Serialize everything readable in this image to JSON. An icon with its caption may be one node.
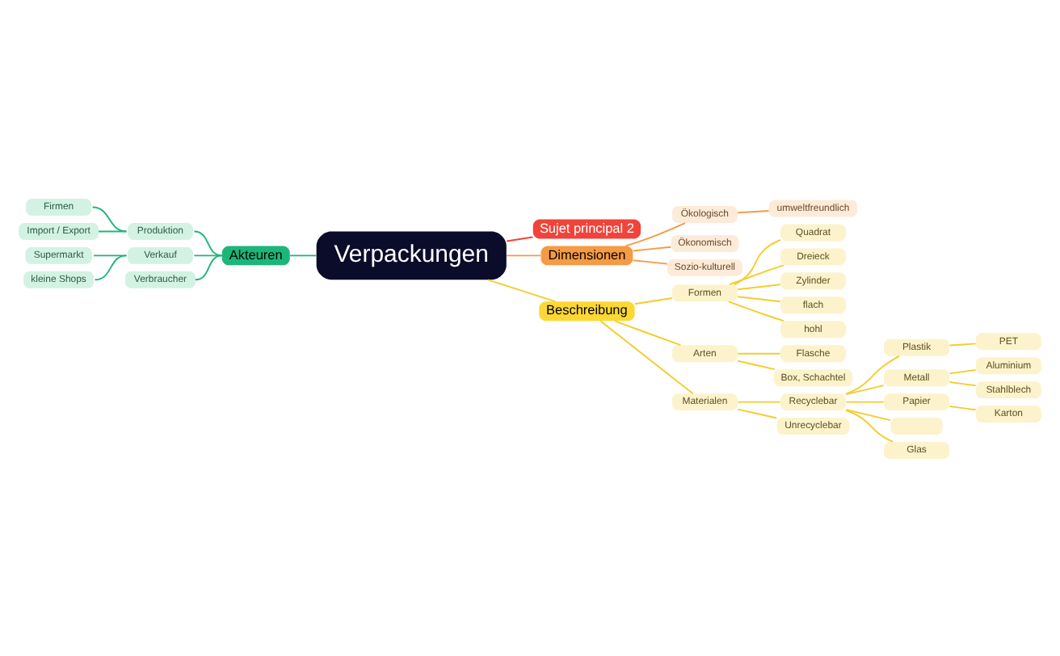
{
  "diagram": {
    "nodes": [
      {
        "text": [
          "Verpackungen"
        ]
      },
      {
        "text": [
          "Sujet principal 2"
        ]
      },
      {
        "text": [
          "Dimensionen"
        ]
      },
      {
        "text": [
          "Ökologisch"
        ]
      },
      {
        "text": [
          "umweltfreundlich"
        ]
      },
      {
        "text": [
          "Ökonomisch"
        ]
      },
      {
        "text": [
          "Sozio-kulturell"
        ]
      },
      {
        "text": [
          "Akteuren"
        ]
      },
      {
        "text": [
          "Produktion"
        ]
      },
      {
        "text": [
          "Firmen"
        ]
      },
      {
        "text": [
          "Import / Export"
        ]
      },
      {
        "text": [
          "Verkauf"
        ]
      },
      {
        "text": [
          "Supermarkt"
        ]
      },
      {
        "text": [
          "kleine Shops"
        ]
      },
      {
        "text": [
          "Verbraucher"
        ]
      },
      {
        "text": [
          "Beschreibung"
        ]
      },
      {
        "text": [
          "Formen"
        ]
      },
      {
        "text": [
          "Quadrat"
        ]
      },
      {
        "text": [
          "Dreieck"
        ]
      },
      {
        "text": [
          "Zylinder"
        ]
      },
      {
        "text": [
          "flach"
        ]
      },
      {
        "text": [
          "hohl"
        ]
      },
      {
        "text": [
          "Arten"
        ]
      },
      {
        "text": [
          "Flasche"
        ]
      },
      {
        "text": [
          "Box, Schachtel"
        ]
      },
      {
        "text": [
          "Materialen"
        ]
      },
      {
        "text": [
          "Recyclebar"
        ]
      },
      {
        "text": [
          "Plastik"
        ]
      },
      {
        "text": [
          "PET"
        ]
      },
      {
        "text": [
          "Metall"
        ]
      },
      {
        "text": [
          "Aluminium"
        ]
      },
      {
        "text": [
          "Stahlblech"
        ]
      },
      {
        "text": [
          "Papier"
        ]
      },
      {
        "text": [
          "Karton"
        ]
      },
      {
        "text": [],
        "shape": "box"
      },
      {
        "text": [
          "Glas"
        ]
      },
      {
        "text": [
          "Unrecyclebar"
        ]
      }
    ],
    "edges": [
      {
        "from": 0,
        "to": 1,
        "arrow": "none",
        "color": "#f0433a"
      },
      {
        "from": 0,
        "to": 2,
        "arrow": "none",
        "color": "#f59a45"
      },
      {
        "from": 2,
        "to": 3,
        "arrow": "none",
        "color": "#f59a45"
      },
      {
        "from": 3,
        "to": 4,
        "arrow": "none",
        "color": "#f59a45"
      },
      {
        "from": 2,
        "to": 5,
        "arrow": "none",
        "color": "#f59a45"
      },
      {
        "from": 2,
        "to": 6,
        "arrow": "none",
        "color": "#f59a45"
      },
      {
        "from": 0,
        "to": 7,
        "arrow": "none",
        "color": "#1db67a"
      },
      {
        "from": 7,
        "to": 8,
        "arrow": "none",
        "color": "#1db67a"
      },
      {
        "from": 8,
        "to": 9,
        "arrow": "none",
        "color": "#1db67a"
      },
      {
        "from": 8,
        "to": 10,
        "arrow": "none",
        "color": "#1db67a"
      },
      {
        "from": 7,
        "to": 11,
        "arrow": "none",
        "color": "#1db67a"
      },
      {
        "from": 11,
        "to": 12,
        "arrow": "none",
        "color": "#1db67a"
      },
      {
        "from": 11,
        "to": 13,
        "arrow": "none",
        "color": "#1db67a"
      },
      {
        "from": 7,
        "to": 14,
        "arrow": "none",
        "color": "#1db67a"
      },
      {
        "from": 0,
        "to": 15,
        "arrow": "none"
      },
      {
        "from": 15,
        "to": 16,
        "arrow": "none"
      },
      {
        "from": 16,
        "to": 17,
        "arrow": "none"
      },
      {
        "from": 16,
        "to": 18,
        "arrow": "none"
      },
      {
        "from": 16,
        "to": 19,
        "arrow": "none"
      },
      {
        "from": 16,
        "to": 20,
        "arrow": "none"
      },
      {
        "from": 16,
        "to": 21,
        "arrow": "none"
      },
      {
        "from": 15,
        "to": 22,
        "arrow": "none"
      },
      {
        "from": 22,
        "to": 23,
        "arrow": "none"
      },
      {
        "from": 22,
        "to": 24,
        "arrow": "none"
      },
      {
        "from": 15,
        "to": 25,
        "arrow": "none"
      },
      {
        "from": 25,
        "to": 26,
        "arrow": "none"
      },
      {
        "from": 26,
        "to": 27,
        "arrow": "none"
      },
      {
        "from": 27,
        "to": 28,
        "arrow": "none"
      },
      {
        "from": 26,
        "to": 29,
        "arrow": "none"
      },
      {
        "from": 29,
        "to": 30,
        "arrow": "none"
      },
      {
        "from": 29,
        "to": 31,
        "arrow": "none"
      },
      {
        "from": 26,
        "to": 32,
        "arrow": "none"
      },
      {
        "from": 32,
        "to": 33,
        "arrow": "none"
      },
      {
        "from": 26,
        "to": 34,
        "arrow": "none"
      },
      {
        "from": 26,
        "to": 35,
        "arrow": "none"
      },
      {
        "from": 25,
        "to": 36,
        "arrow": "none"
      }
    ]
  }
}
